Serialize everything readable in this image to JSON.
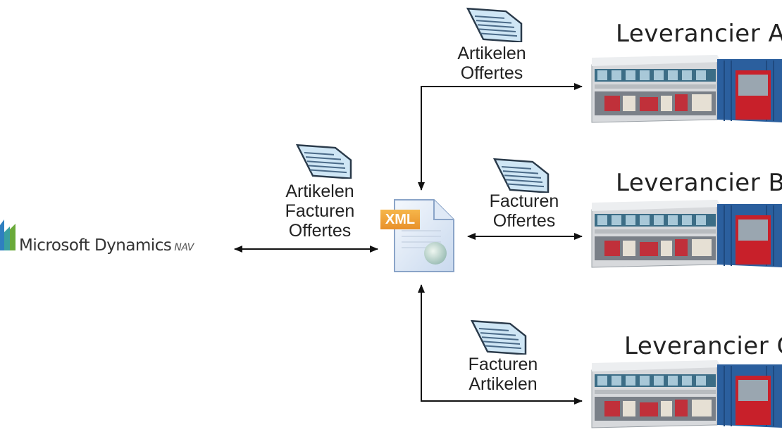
{
  "source": {
    "logo_text": "Microsoft Dynamics",
    "logo_suffix": "NAV"
  },
  "hub": {
    "icon": "xml-file-icon",
    "badge": "XML"
  },
  "flows": {
    "nav_hub": {
      "lines": [
        "Artikelen",
        "Facturen",
        "Offertes"
      ]
    },
    "supplier_a": {
      "lines": [
        "Artikelen",
        "Offertes"
      ]
    },
    "supplier_b": {
      "lines": [
        "Facturen",
        "Offertes"
      ]
    },
    "supplier_c": {
      "lines": [
        "Facturen",
        "Artikelen"
      ]
    }
  },
  "suppliers": [
    {
      "name": "Leverancier A"
    },
    {
      "name": "Leverancier B"
    },
    {
      "name": "Leverancier C"
    }
  ],
  "colors": {
    "line": "#111111",
    "doc_fill": "#cfe6f5",
    "doc_stroke": "#2a3a4a",
    "xml_badge": "#f0a030",
    "building_blue": "#2b5f9e",
    "building_red": "#c8202a"
  }
}
